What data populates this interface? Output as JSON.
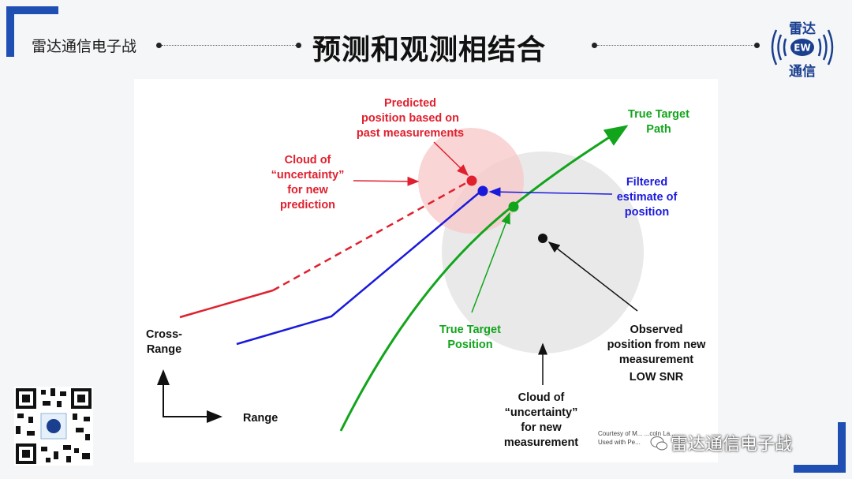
{
  "header": {
    "brand": "雷达通信电子战",
    "title": "预测和观测相结合",
    "logo_top": "雷达",
    "logo_mid": "EW",
    "logo_bottom": "通信"
  },
  "diagram": {
    "predicted_label": [
      "Predicted",
      "position based on",
      "past measurements"
    ],
    "cloud_pred_label": [
      "Cloud of",
      "“uncertainty”",
      "for new",
      "prediction"
    ],
    "true_path_label": [
      "True Target",
      "Path"
    ],
    "filtered_label": [
      "Filtered",
      "estimate of",
      "position"
    ],
    "true_pos_label": [
      "True Target",
      "Position"
    ],
    "observed_label": [
      "Observed",
      "position from new",
      "measurement",
      "LOW SNR"
    ],
    "cloud_meas_label": [
      "Cloud of",
      "“uncertainty”",
      "for new",
      "measurement"
    ],
    "axis_y_label": [
      "Cross-",
      "Range"
    ],
    "axis_x_label": "Range",
    "courtesy": [
      "Courtesy of M... ...coln La...",
      "Used with Pe..."
    ]
  },
  "footer": {
    "watermark": "雷达通信电子战"
  },
  "colors": {
    "accent": "#1f4fb3",
    "red": "#e0202e",
    "blue": "#1a1adb",
    "green": "#12a51c",
    "black": "#000000"
  }
}
